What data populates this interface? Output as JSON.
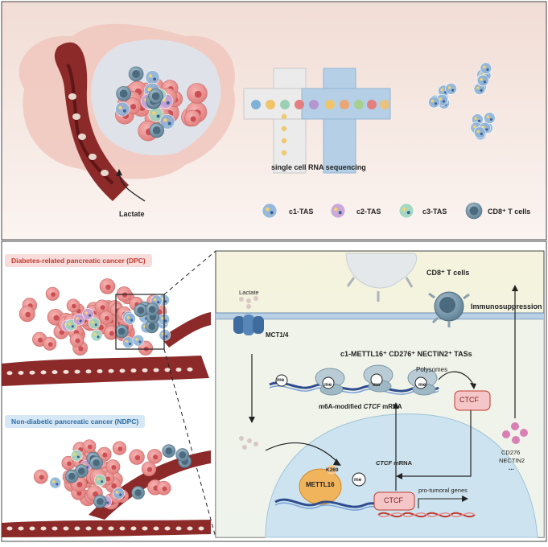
{
  "top": {
    "lactate_label": "Lactate",
    "method_label": "single cell RNA sequencing",
    "legend": [
      {
        "label": "c1-TAS",
        "color": "#8fb4d8"
      },
      {
        "label": "c2-TAS",
        "color": "#c7a2d6"
      },
      {
        "label": "c3-TAS",
        "color": "#9fd6c0"
      },
      {
        "label": "CD8⁺ T cells",
        "color": "#6f8a9a"
      }
    ]
  },
  "left": {
    "dpc_label": "Diabetes-related pancreatic cancer (DPC)",
    "ndpc_label": "Non-diabetic pancreatic cancer (NDPC)"
  },
  "mechanism": {
    "cd8_label": "CD8⁺ T cells",
    "immuno_label": "Immunosuppression",
    "lactate_label": "Lactate",
    "transporter_label": "MCT1/4",
    "tas_title": "c1-METTL16⁺ CD276⁺ NECTIN2⁺ TASs",
    "polysomes_label": "Polysomes",
    "me_label": "me",
    "m6a_prefix": "m6A-modified ",
    "m6a_gene": "CTCF",
    "m6a_suffix": " mRNA",
    "ctcf_label": "CTCF",
    "ctcf_mrna_gene": "CTCF",
    "ctcf_mrna_suffix": " mRNA",
    "k269_label": "K269",
    "mettl16_label": "METTL16",
    "nuclear_ctcf_label": "CTCF",
    "protumoral_label": "pro-tumoral genes",
    "cd276_label": "CD276",
    "nectin2_label": "NECTIN2",
    "ellipsis": "..."
  },
  "colors": {
    "top_bg": "#f4e3dc",
    "dpc_pill": "#f8dcdc",
    "dpc_text": "#c0392b",
    "ndpc_pill": "#d6e7f5",
    "ndpc_text": "#2e6da4",
    "cell_pink": "#e9898a",
    "vessel": "#8c2a2a",
    "nucleus": "#c9e2ef",
    "panel_bg": "#f3f2e0"
  }
}
